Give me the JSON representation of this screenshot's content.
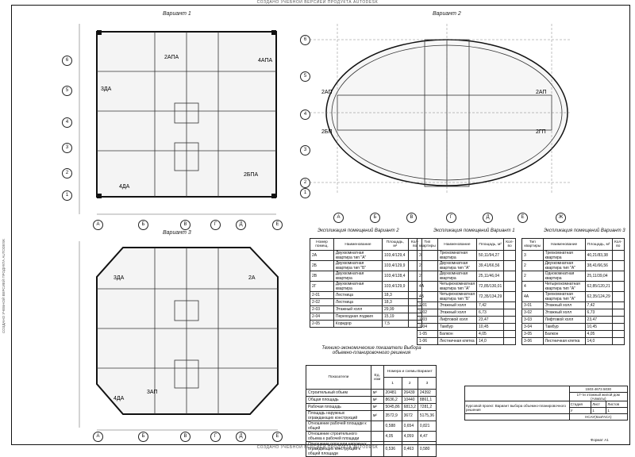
{
  "watermark": "СОЗДАНО УЧЕБНОЙ ВЕРСИЕЙ ПРОДУКТА AUTODESK",
  "plans": {
    "v1": {
      "title": "Вариант 1",
      "apartments": [
        "3ДА",
        "2АПА",
        "4АПА",
        "4ДА",
        "2БПА"
      ]
    },
    "v2": {
      "title": "Вариант 2",
      "apartments": [
        "2АП",
        "2БП",
        "2АП",
        "2ГП"
      ]
    },
    "v3": {
      "title": "Вариант 3",
      "apartments": [
        "3ДА",
        "2А",
        "4ДА",
        "3АП"
      ]
    }
  },
  "axes": {
    "cols": [
      "А",
      "Б",
      "В",
      "Г",
      "Д",
      "Е"
    ],
    "cols2": [
      "А",
      "Б",
      "В",
      "Г",
      "Д",
      "Е",
      "Ж"
    ],
    "rows": [
      "6",
      "5",
      "4",
      "3",
      "2",
      "1"
    ]
  },
  "tables": {
    "t2": {
      "title": "Экспликация помещений Вариант 2",
      "headers": [
        "Номер помещ.",
        "Наименование",
        "Площадь, м²",
        "Кол-во"
      ],
      "rows": [
        [
          "2А",
          "Двухкомнатная квартира тип \"А\"",
          "103,4/129,4",
          ""
        ],
        [
          "2Б",
          "Двухкомнатная квартира тип \"Б\"",
          "103,4/129,9",
          ""
        ],
        [
          "2В",
          "Двухкомнатная квартира",
          "103,4/128,4",
          ""
        ],
        [
          "2Г",
          "Двухкомнатная квартира",
          "103,4/129,9",
          ""
        ],
        [
          "2-01",
          "Лестница",
          "18,3",
          ""
        ],
        [
          "2-02",
          "Лестница",
          "18,3",
          ""
        ],
        [
          "2-03",
          "Этажный холл",
          "29,99",
          ""
        ],
        [
          "2-04",
          "Переходная лоджия",
          "15,19",
          ""
        ],
        [
          "2-05",
          "Коридор",
          "7,5",
          ""
        ]
      ]
    },
    "t1": {
      "title": "Экспликация помещений Вариант 1",
      "headers": [
        "Тип квартиры",
        "Наименование",
        "Площадь, м²",
        "Кол-во"
      ],
      "rows": [
        [
          "3",
          "Трехкомнатная квартира",
          "50,11/94,27",
          ""
        ],
        [
          "2",
          "Двухкомнатная квартира тип \"А\"",
          "39,41/66,56",
          ""
        ],
        [
          "2",
          "Двухкомнатная квартира",
          "25,11/46,04",
          ""
        ],
        [
          "4А",
          "Четырехкомнатная квартира тип \"А\"",
          "72,85/130,01",
          ""
        ],
        [
          "4Б",
          "Четырехкомнатная квартира тип \"Б\"",
          "72,35/134,29",
          ""
        ],
        [
          "1-01",
          "Этажный холл",
          "7,42",
          ""
        ],
        [
          "1-02",
          "Этажный холл",
          "6,73",
          ""
        ],
        [
          "1-03",
          "Лифтовой холл",
          "23,47",
          ""
        ],
        [
          "1-04",
          "Тамбур",
          "10,45",
          ""
        ],
        [
          "1-05",
          "Балкон",
          "4,05",
          ""
        ],
        [
          "1-06",
          "Лестничная клетка",
          "14,0",
          ""
        ]
      ]
    },
    "t3": {
      "title": "Экспликация помещений Вариант 3",
      "headers": [
        "Тип квартиры",
        "Наименование",
        "Площадь, м²",
        "Кол-во"
      ],
      "rows": [
        [
          "3",
          "Трехкомнатная квартира",
          "40,21/83,38",
          ""
        ],
        [
          "2",
          "Двухкомнатная квартира тип \"А\"",
          "38,41/66,56",
          ""
        ],
        [
          "2",
          "Однокомнатная квартира",
          "25,11/39,04",
          ""
        ],
        [
          "4",
          "Четырехкомнатная квартира тип \"А\"",
          "62,85/120,21",
          ""
        ],
        [
          "4А",
          "Трехкомнатная квартира тип \"А\"",
          "62,35/124,29",
          ""
        ],
        [
          "3-01",
          "Этажный холл",
          "7,42",
          ""
        ],
        [
          "3-02",
          "Этажный холл",
          "6,73",
          ""
        ],
        [
          "3-03",
          "Лифтовой холл",
          "23,47",
          ""
        ],
        [
          "3-04",
          "Тамбур",
          "10,45",
          ""
        ],
        [
          "3-05",
          "Балкон",
          "4,05",
          ""
        ],
        [
          "3-06",
          "Лестничная клетка",
          "14,0",
          ""
        ]
      ]
    },
    "tep": {
      "title": "Технико-экономические показатели Выбора объемно-планировочного решения",
      "headers": [
        "Показатели",
        "Ед. изм",
        "1",
        "2",
        "3"
      ],
      "group_header": "Номера и схемы Вариант",
      "rows": [
        [
          "Строительный объем",
          "м³",
          "20481",
          "26439",
          "24392"
        ],
        [
          "Общая площадь",
          "м²",
          "8636,2",
          "10440",
          "8861,1"
        ],
        [
          "Рабочая площадь",
          "м²",
          "5045,86",
          "6813,2",
          "7281,2"
        ],
        [
          "Площадь наружных ограждающих конструкций",
          "м²",
          "3572,9",
          "3672",
          "5175,36"
        ],
        [
          "Отношение рабочей площади к общей",
          "",
          "0,588",
          "0,654",
          "0,821"
        ],
        [
          "Отношение строительного объема к рабочей площади",
          "",
          "4,05",
          "4,059",
          "4,47"
        ],
        [
          "Отношение площади наружных ограждающих конструкций к общей площади",
          "",
          "0,536",
          "0,463",
          "0,580"
        ]
      ]
    }
  },
  "stamp": {
    "code": "1503.4672.5030",
    "name": "17-ти этажный жилой дом (Алматы)",
    "desc": "Курсовой проект. Вариант выбора объемно-планировочного решения",
    "stage": "Стадия",
    "sheet": "Лист",
    "sheets": "Листов",
    "stage_v": "У",
    "sheet_v": "1",
    "sheets_v": "1",
    "org": "НСАУ(КазГАСА)",
    "format": "Формат А1"
  }
}
